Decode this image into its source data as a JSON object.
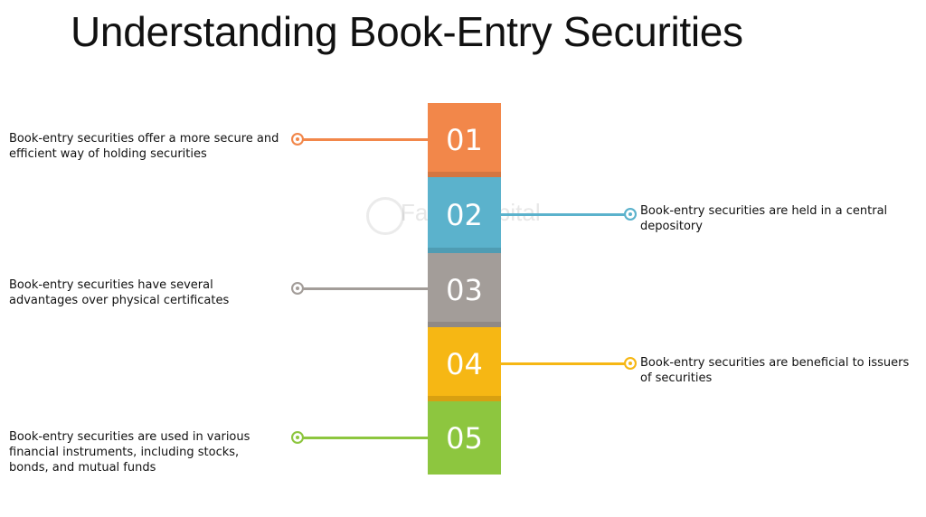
{
  "title": "Understanding Book-Entry Securities",
  "watermark": "FasterCapital",
  "steps": [
    {
      "number": "01",
      "color": "#F2874A",
      "text": "Book-entry securities offer a more secure and efficient way of holding securities",
      "side": "left"
    },
    {
      "number": "02",
      "color": "#5BB2CC",
      "text": "Book-entry securities are held in a central depository",
      "side": "right"
    },
    {
      "number": "03",
      "color": "#A39D99",
      "text": "Book-entry securities have several advantages over physical certificates",
      "side": "left"
    },
    {
      "number": "04",
      "color": "#F6B714",
      "text": "Book-entry securities are beneficial to issuers of securities",
      "side": "right"
    },
    {
      "number": "05",
      "color": "#8DC63F",
      "text": "Book-entry securities are used in various financial instruments, including stocks, bonds, and mutual funds",
      "side": "left"
    }
  ]
}
